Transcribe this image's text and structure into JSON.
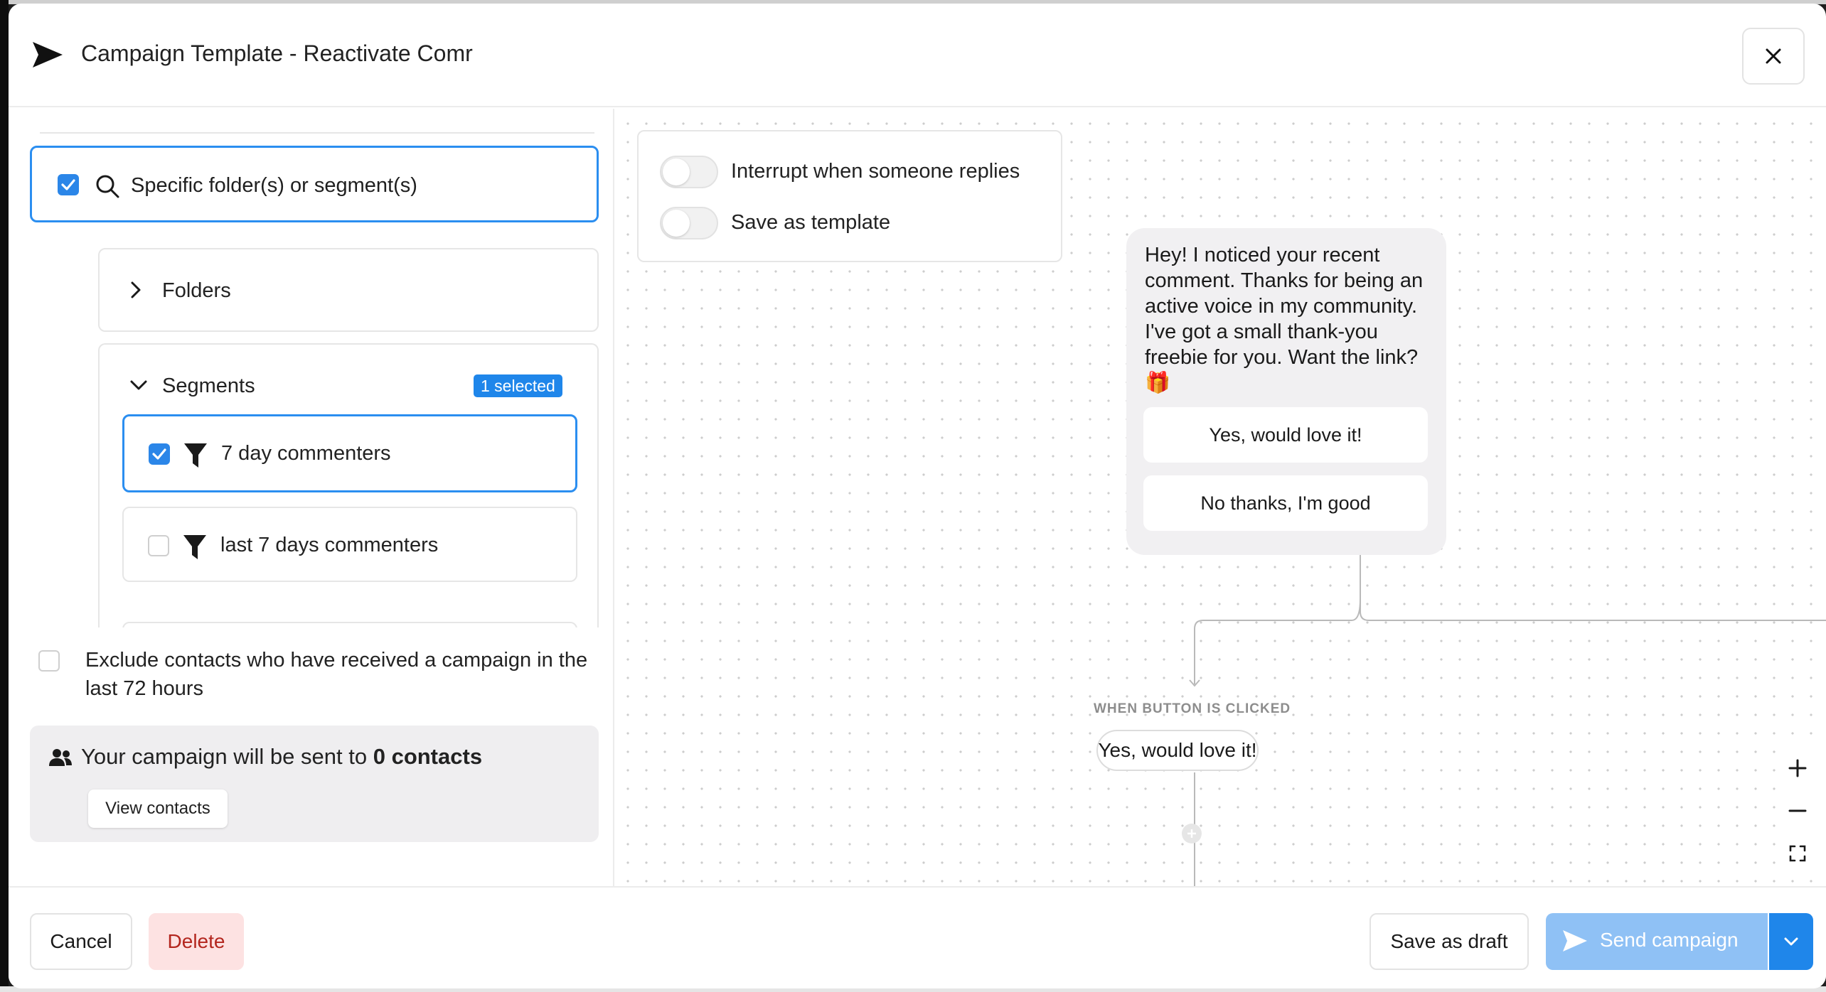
{
  "header": {
    "title": "Campaign Template - Reactivate Comr"
  },
  "audience": {
    "specific_label": "Specific folder(s) or segment(s)",
    "folders_label": "Folders",
    "segments_label": "Segments",
    "segments_badge": "1 selected",
    "segments": [
      {
        "label": "7 day commenters",
        "checked": true
      },
      {
        "label": "last 7 days commenters",
        "checked": false
      }
    ],
    "exclude_label": "Exclude contacts who have received a campaign in the last 72 hours",
    "summary_prefix": "Your campaign will be sent to ",
    "summary_count": "0 contacts",
    "view_contacts": "View contacts"
  },
  "options": {
    "interrupt_label": "Interrupt when someone replies",
    "template_label": "Save as template",
    "interrupt_on": false,
    "template_on": false
  },
  "flow": {
    "message": "Hey! I noticed your recent comment. Thanks for being an active voice in my community. I've got a small thank-you freebie for you. Want the link? 🎁",
    "replies": [
      "Yes, would love it!",
      "No thanks, I'm good"
    ],
    "trigger_label": "WHEN BUTTON IS CLICKED",
    "trigger_value": "Yes, would love it!"
  },
  "footer": {
    "cancel": "Cancel",
    "delete": "Delete",
    "save_draft": "Save as draft",
    "send": "Send campaign"
  },
  "colors": {
    "accent": "#2b8ef0",
    "send_disabled": "#8fc1f5",
    "delete_bg": "#fde2e2",
    "delete_text": "#b3261e"
  }
}
